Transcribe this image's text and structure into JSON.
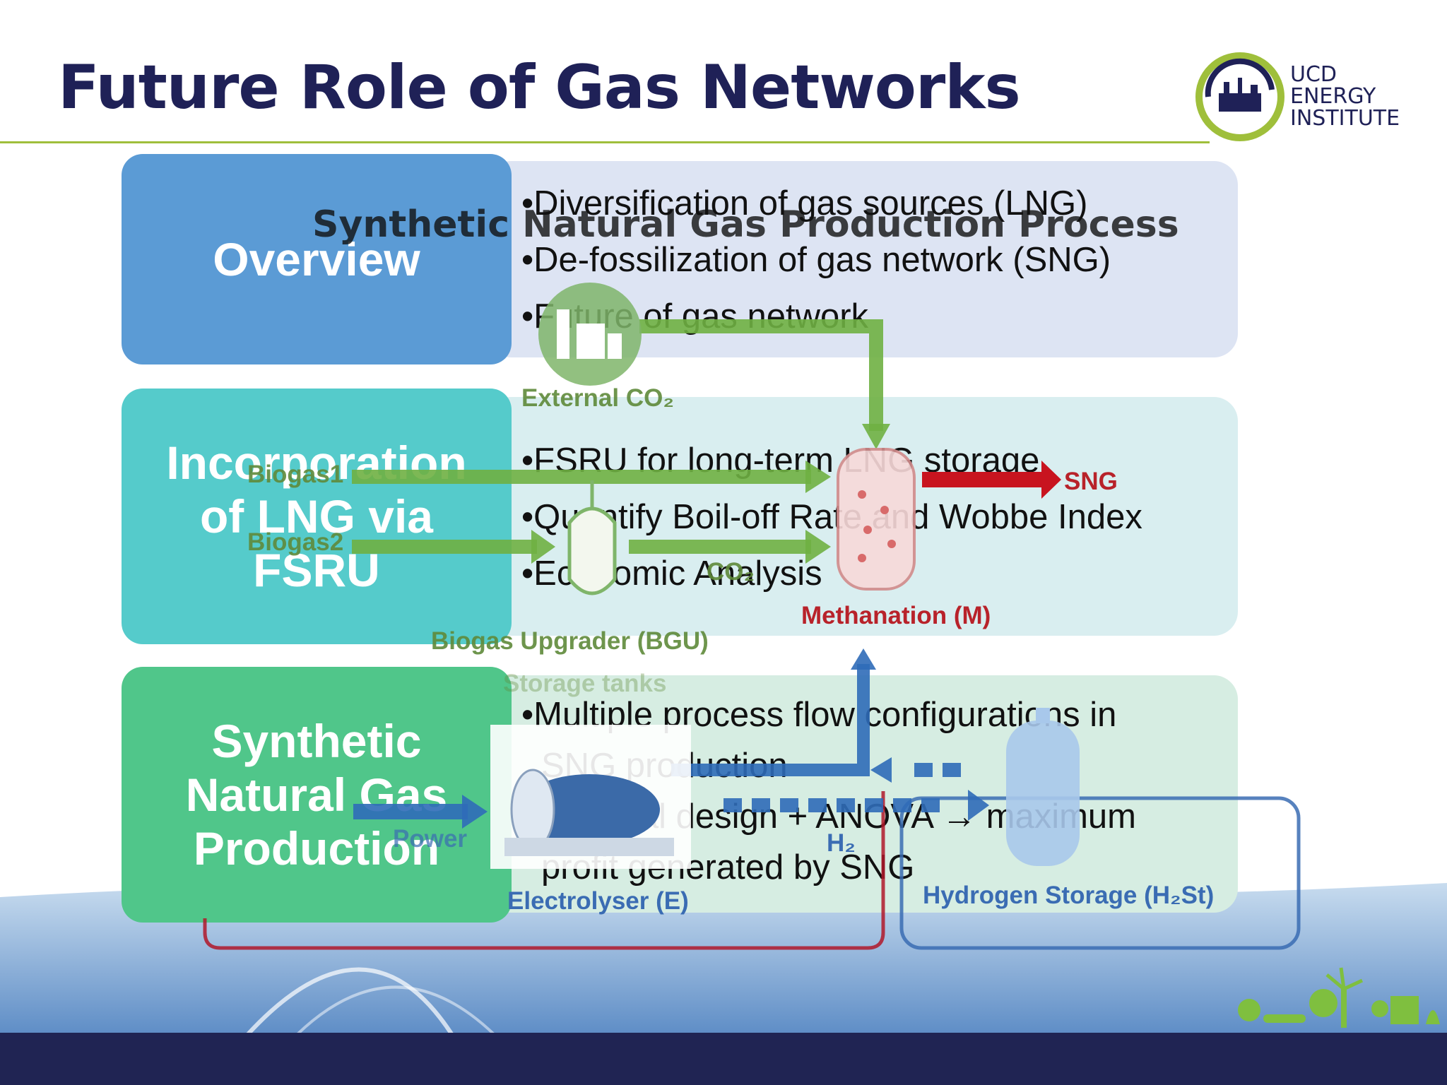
{
  "slide": {
    "title": "Future Role of Gas Networks",
    "logo_lines": [
      "UCD",
      "ENERGY",
      "INSTITUTE"
    ]
  },
  "rows": [
    {
      "label": "Overview",
      "bullets": [
        "Diversification of gas sources (LNG)",
        "De-fossilization of gas network (SNG)",
        "Future of gas network"
      ]
    },
    {
      "label_lines": [
        "Incorporation",
        "of LNG via",
        "FSRU"
      ],
      "bullets": [
        "FSRU for long-term LNG storage",
        "Quantify Boil-off Rate and Wobbe Index",
        "Economic Analysis"
      ]
    },
    {
      "label_lines": [
        "Synthetic",
        "Natural Gas",
        "Production"
      ],
      "bullets": [
        "Multiple process flow configurations in",
        "SNG production",
        "Factorial design + ANOVA → maximum",
        "profit generated by SNG"
      ]
    }
  ],
  "diagram": {
    "title": "Synthetic Natural Gas Production Process",
    "external_co2": "External CO₂",
    "biogas1": "Biogas1",
    "biogas2": "Biogas2",
    "co2": "CO₂",
    "biogas_upgrader": "Biogas Upgrader (BGU)",
    "storage_tanks": "Storage tanks",
    "sng": "SNG",
    "methanation": "Methanation (M)",
    "power": "Power",
    "h2": "H₂",
    "electrolyser": "Electrolyser (E)",
    "hydrogen_storage": "Hydrogen Storage (H₂St)"
  },
  "colors": {
    "title": "#1f2157",
    "footer": "#202453",
    "overview": "#5b9bd5",
    "lng": "#55cbcb",
    "sng_box": "#50c68a",
    "accent_green": "#9fbf3b"
  }
}
